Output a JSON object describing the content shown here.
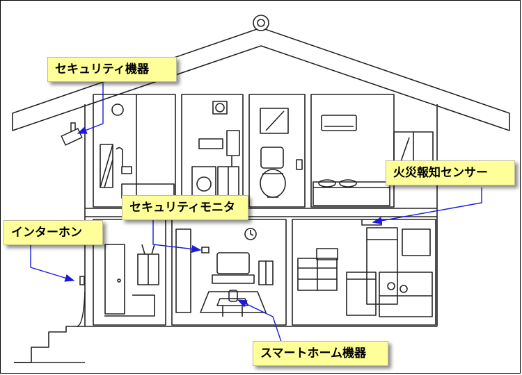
{
  "labels": {
    "security_device": "セキュリティ機器",
    "security_monitor": "セキュリティモニタ",
    "intercom": "インターホン",
    "fire_sensor": "火災報知センサー",
    "smart_home": "スマートホーム機器"
  },
  "colors": {
    "label_bg": "#ffff99",
    "arrow": "#1a1adb",
    "line": "#222222"
  }
}
